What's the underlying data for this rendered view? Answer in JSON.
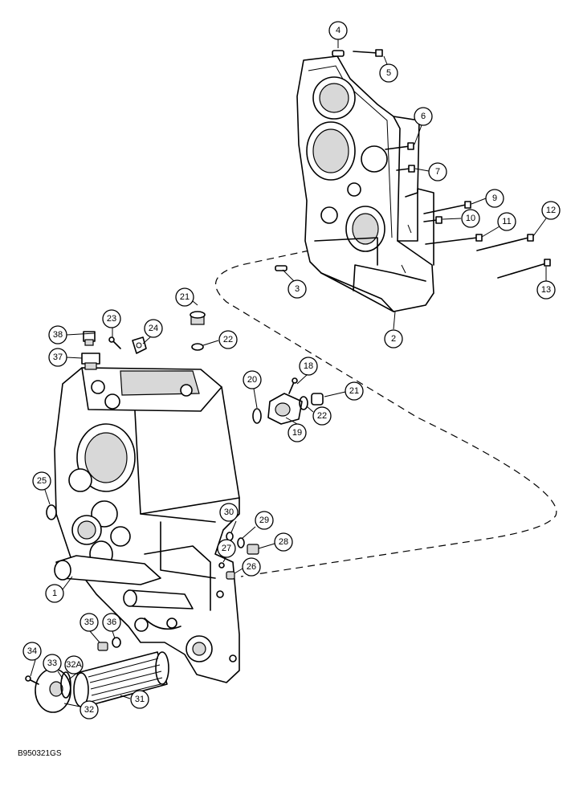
{
  "figure_code": "B950321GS",
  "callouts": [
    {
      "label": "1"
    },
    {
      "label": "2"
    },
    {
      "label": "3"
    },
    {
      "label": "4"
    },
    {
      "label": "5"
    },
    {
      "label": "6"
    },
    {
      "label": "7"
    },
    {
      "label": "9"
    },
    {
      "label": "10"
    },
    {
      "label": "11"
    },
    {
      "label": "12"
    },
    {
      "label": "13"
    },
    {
      "label": "18"
    },
    {
      "label": "19"
    },
    {
      "label": "20"
    },
    {
      "label": "21"
    },
    {
      "label": "21"
    },
    {
      "label": "22"
    },
    {
      "label": "22"
    },
    {
      "label": "23"
    },
    {
      "label": "24"
    },
    {
      "label": "25"
    },
    {
      "label": "26"
    },
    {
      "label": "27"
    },
    {
      "label": "28"
    },
    {
      "label": "29"
    },
    {
      "label": "30"
    },
    {
      "label": "31"
    },
    {
      "label": "32"
    },
    {
      "label": "32A"
    },
    {
      "label": "33"
    },
    {
      "label": "34"
    },
    {
      "label": "35"
    },
    {
      "label": "36"
    },
    {
      "label": "37"
    },
    {
      "label": "38"
    }
  ]
}
